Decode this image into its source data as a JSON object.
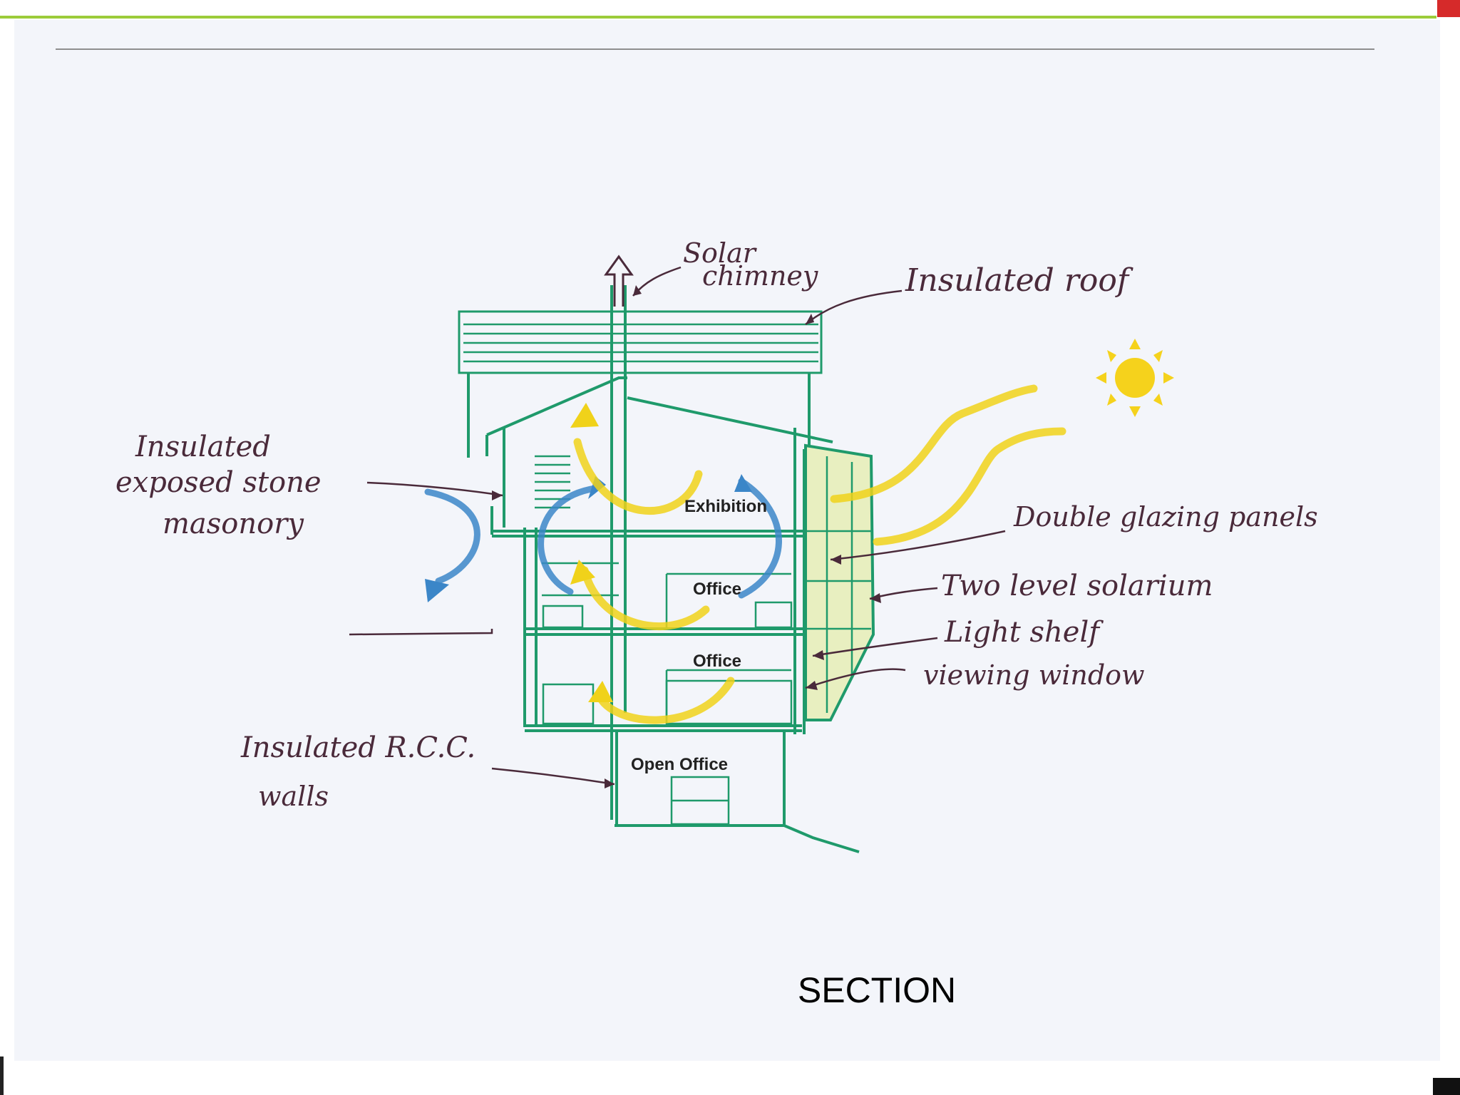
{
  "title": "SECTION",
  "colors": {
    "structure": "#1f9a6b",
    "warm_air": "#f0d21a",
    "cool_air": "#3b86c8",
    "sun": "#f5d21c",
    "annotation": "#4a2a3a",
    "accent_bar": "#9ccc3a",
    "red_mark": "#d62a2a"
  },
  "annotations": {
    "solar_chimney": [
      "Solar",
      "chimney"
    ],
    "insulated_roof": "Insulated roof",
    "stone_masonry": [
      "Insulated",
      "exposed stone",
      "masonory"
    ],
    "double_glazing": "Double glazing panels",
    "solarium": "Two level solarium",
    "light_shelf": "Light shelf",
    "viewing_window": "viewing window",
    "rcc_walls": [
      "Insulated R.C.C.",
      "walls"
    ]
  },
  "rooms": {
    "exhibition": "Exhibition",
    "office_upper": "Office",
    "office_lower": "Office",
    "open_office": "Open Office"
  },
  "icons": [
    "sun-icon",
    "up-arrow-icon"
  ]
}
